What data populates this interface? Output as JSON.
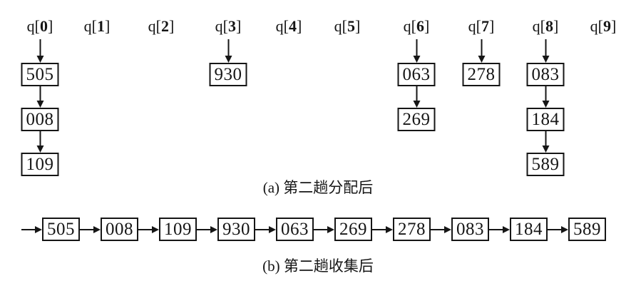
{
  "figure": {
    "part_a": {
      "caption": "(a) 第二趟分配后",
      "queues": [
        {
          "prefix": "q[",
          "index": "0",
          "suffix": "]",
          "items": [
            "505",
            "008",
            "109"
          ]
        },
        {
          "prefix": "q[",
          "index": "1",
          "suffix": "]",
          "items": []
        },
        {
          "prefix": "q[",
          "index": "2",
          "suffix": "]",
          "items": []
        },
        {
          "prefix": "q[",
          "index": "3",
          "suffix": "]",
          "items": [
            "930"
          ]
        },
        {
          "prefix": "q[",
          "index": "4",
          "suffix": "]",
          "items": []
        },
        {
          "prefix": "q[",
          "index": "5",
          "suffix": "]",
          "items": []
        },
        {
          "prefix": "q[",
          "index": "6",
          "suffix": "]",
          "items": [
            "063",
            "269"
          ]
        },
        {
          "prefix": "q[",
          "index": "7",
          "suffix": "]",
          "items": [
            "278"
          ]
        },
        {
          "prefix": "q[",
          "index": "8",
          "suffix": "]",
          "items": [
            "083",
            "184",
            "589"
          ]
        },
        {
          "prefix": "q[",
          "index": "9",
          "suffix": "]",
          "items": []
        }
      ]
    },
    "part_b": {
      "caption": "(b) 第二趟收集后",
      "items": [
        "505",
        "008",
        "109",
        "930",
        "063",
        "269",
        "278",
        "083",
        "184",
        "589"
      ]
    },
    "colors": {
      "ink": "#161616",
      "background": "#ffffff"
    }
  }
}
